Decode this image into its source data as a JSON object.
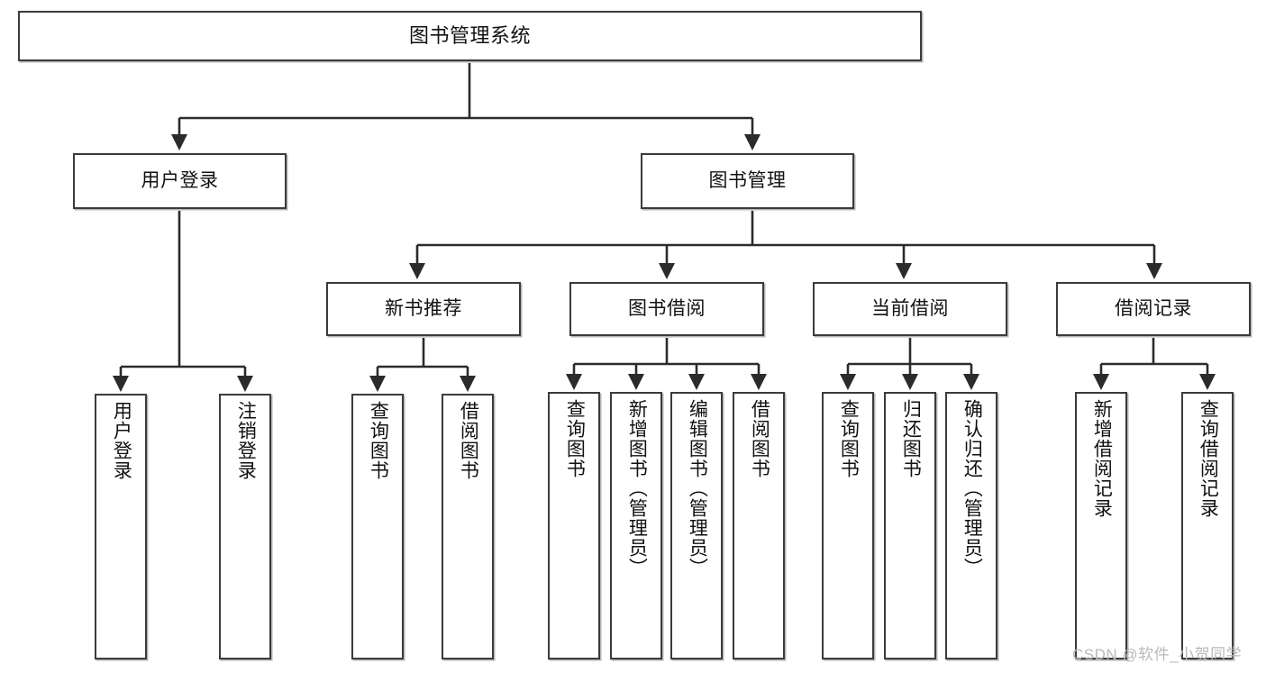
{
  "diagram": {
    "type": "hierarchy-tree",
    "title": "图书管理系统",
    "root": {
      "label": "图书管理系统"
    },
    "level2": [
      {
        "label": "用户登录"
      },
      {
        "label": "图书管理"
      }
    ],
    "level3": [
      {
        "label": "新书推荐"
      },
      {
        "label": "图书借阅"
      },
      {
        "label": "当前借阅"
      },
      {
        "label": "借阅记录"
      }
    ],
    "leaves": {
      "user_login": [
        {
          "label": "用户登录"
        },
        {
          "label": "注销登录"
        }
      ],
      "new_book_recommend": [
        {
          "label": "查询图书"
        },
        {
          "label": "借阅图书"
        }
      ],
      "book_borrow": [
        {
          "label": "查询图书"
        },
        {
          "label": "新增图书（管理员）"
        },
        {
          "label": "编辑图书（管理员）"
        },
        {
          "label": "借阅图书"
        }
      ],
      "current_borrow": [
        {
          "label": "查询图书"
        },
        {
          "label": "归还图书"
        },
        {
          "label": "确认归还（管理员）"
        }
      ],
      "borrow_record": [
        {
          "label": "新增借阅记录"
        },
        {
          "label": "查询借阅记录"
        }
      ]
    }
  },
  "watermark": {
    "text": "CSDN @软件_小贺同学"
  },
  "colors": {
    "box_border": "#3b3b3b",
    "box_fill": "#ffffff",
    "connector": "#2b2b2b",
    "text": "#111111",
    "watermark": "#b9b9b9"
  }
}
